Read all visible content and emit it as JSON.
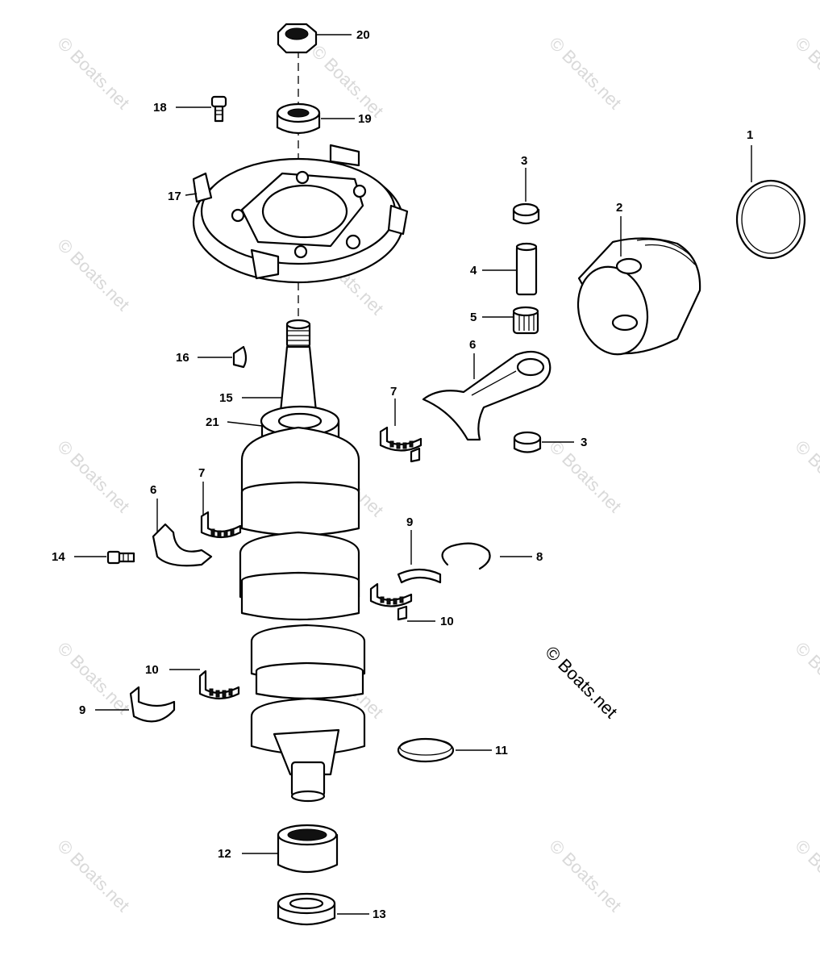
{
  "watermark": {
    "text": "© Boats.net"
  },
  "copyright": {
    "text": "© Boats.net"
  },
  "callouts": [
    {
      "id": "c1",
      "label": "1"
    },
    {
      "id": "c2",
      "label": "2"
    },
    {
      "id": "c3a",
      "label": "3"
    },
    {
      "id": "c3b",
      "label": "3"
    },
    {
      "id": "c4",
      "label": "4"
    },
    {
      "id": "c5",
      "label": "5"
    },
    {
      "id": "c6a",
      "label": "6"
    },
    {
      "id": "c6b",
      "label": "6"
    },
    {
      "id": "c7a",
      "label": "7"
    },
    {
      "id": "c7b",
      "label": "7"
    },
    {
      "id": "c8",
      "label": "8"
    },
    {
      "id": "c9a",
      "label": "9"
    },
    {
      "id": "c9b",
      "label": "9"
    },
    {
      "id": "c10a",
      "label": "10"
    },
    {
      "id": "c10b",
      "label": "10"
    },
    {
      "id": "c11",
      "label": "11"
    },
    {
      "id": "c12",
      "label": "12"
    },
    {
      "id": "c13",
      "label": "13"
    },
    {
      "id": "c14",
      "label": "14"
    },
    {
      "id": "c15",
      "label": "15"
    },
    {
      "id": "c16",
      "label": "16"
    },
    {
      "id": "c17",
      "label": "17"
    },
    {
      "id": "c18",
      "label": "18"
    },
    {
      "id": "c19",
      "label": "19"
    },
    {
      "id": "c20",
      "label": "20"
    },
    {
      "id": "c21",
      "label": "21"
    }
  ]
}
